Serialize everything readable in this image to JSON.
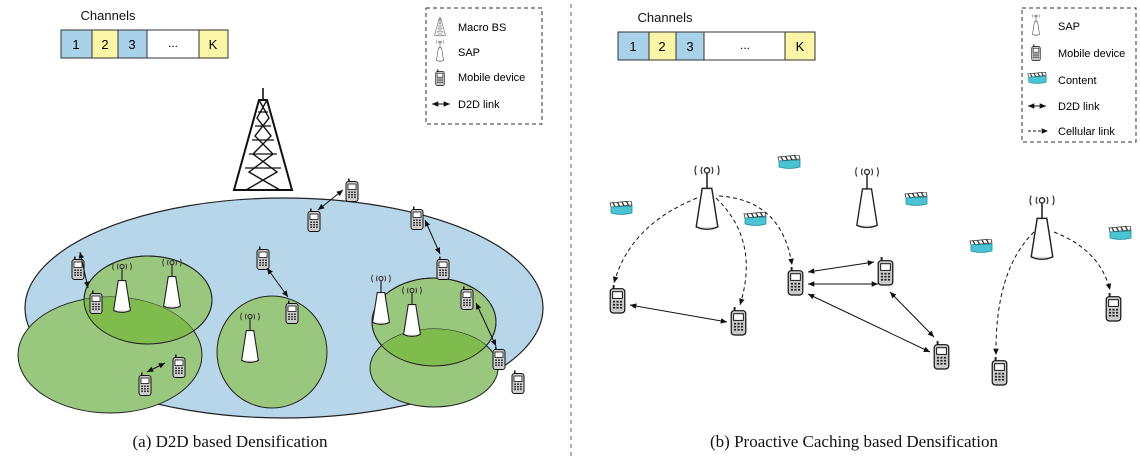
{
  "panel_a": {
    "channels_title": "Channels",
    "channels": [
      "1",
      "2",
      "3",
      "...",
      "K"
    ],
    "legend": {
      "macro_bs": "Macro BS",
      "sap": "SAP",
      "mobile_device": "Mobile device",
      "d2d_link": "D2D link"
    },
    "caption": "(a)  D2D based  Densification"
  },
  "panel_b": {
    "channels_title": "Channels",
    "channels": [
      "1",
      "2",
      "3",
      "...",
      "K"
    ],
    "legend": {
      "sap": "SAP",
      "mobile_device": "Mobile device",
      "content": "Content",
      "d2d_link": "D2D link",
      "cellular_link": "Cellular link"
    },
    "caption": "(b)   Proactive Caching based  Densification"
  },
  "colors": {
    "channel_blue": "#a9d2ea",
    "channel_yellow": "#fbf5a8",
    "macro_cell": "#b8d6ea",
    "small_cell": "#9ac77e",
    "overlap": "#7fbb4d",
    "content": "#4cc3d3"
  }
}
